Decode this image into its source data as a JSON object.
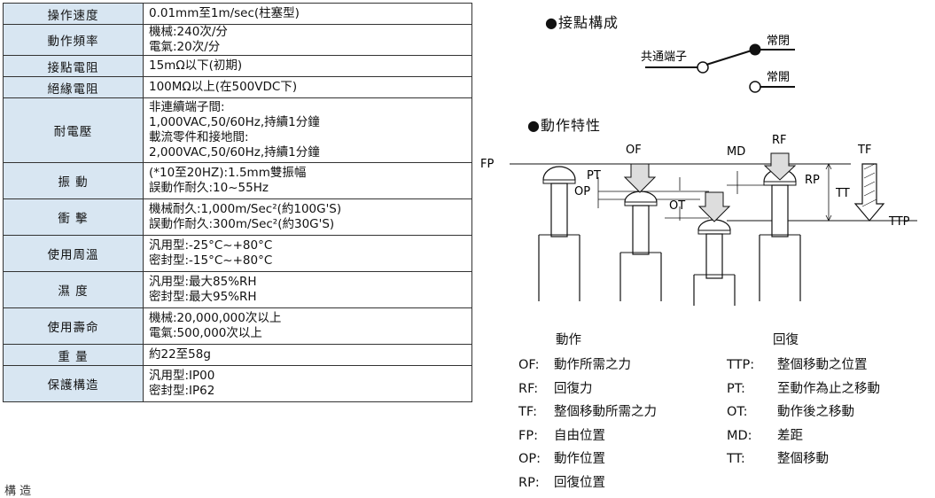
{
  "spec_rows": [
    {
      "label": "操作速度",
      "lines": [
        "0.01mm至1m/sec(柱塞型)"
      ]
    },
    {
      "label": "動作頻率",
      "lines": [
        "機械:240次/分",
        "電氣:20次/分"
      ]
    },
    {
      "label": "接點電阻",
      "lines": [
        "15mΩ以下(初期)"
      ]
    },
    {
      "label": "絕緣電阻",
      "lines": [
        "100MΩ以上(在500VDC下)"
      ]
    },
    {
      "label": "耐電壓",
      "lines": [
        "非連續端子間:",
        "1,000VAC,50/60Hz,持續1分鐘",
        "載流零件和接地間:",
        "2,000VAC,50/60Hz,持續1分鐘"
      ]
    },
    {
      "label": "振 動",
      "lines": [
        "(*10至20HZ):1.5mm雙振幅",
        "誤動作耐久:10~55Hz"
      ]
    },
    {
      "label": "衝 擊",
      "lines": [
        "機械耐久:1,000m/Sec²(約100G'S)",
        "誤動作耐久:300m/Sec²(約30G'S)"
      ]
    },
    {
      "label": "使用周溫",
      "lines": [
        "汎用型:-25°C~+80°C",
        "密封型:-15°C~+80°C"
      ]
    },
    {
      "label": "濕 度",
      "lines": [
        "汎用型:最大85%RH",
        "密封型:最大95%RH"
      ]
    },
    {
      "label": "使用壽命",
      "lines": [
        "機械:20,000,000次以上",
        "電氣:500,000次以上"
      ]
    },
    {
      "label": "重 量",
      "lines": [
        "約22至58g"
      ]
    },
    {
      "label": "保護構造",
      "lines": [
        "汎用型:IP00",
        "密封型:IP62"
      ]
    }
  ],
  "contact": {
    "heading": "●接點構成",
    "common": "共通端子",
    "nc": "常閉",
    "no": "常開"
  },
  "characteristics": {
    "heading": "●動作特性",
    "labels": {
      "fp": "FP",
      "pt": "PT",
      "op": "OP",
      "of": "OF",
      "ot": "OT",
      "md": "MD",
      "rf": "RF",
      "rp": "RP",
      "tf": "TF",
      "tt": "TT",
      "ttp": "TTP"
    }
  },
  "legend": {
    "col_left_title": "動作",
    "col_right_title": "回復",
    "left": [
      {
        "abbr": "OF:",
        "desc": "動作所需之力"
      },
      {
        "abbr": "RF:",
        "desc": "回復力"
      },
      {
        "abbr": "TF:",
        "desc": "整個移動所需之力"
      },
      {
        "abbr": "FP:",
        "desc": "自由位置"
      },
      {
        "abbr": "OP:",
        "desc": "動作位置"
      },
      {
        "abbr": "RP:",
        "desc": "回復位置"
      }
    ],
    "right": [
      {
        "abbr": "TTP:",
        "desc": "整個移動之位置"
      },
      {
        "abbr": "PT:",
        "desc": "至動作為止之移動"
      },
      {
        "abbr": "OT:",
        "desc": "動作後之移動"
      },
      {
        "abbr": "MD:",
        "desc": "差距"
      },
      {
        "abbr": "TT:",
        "desc": "整個移動"
      }
    ]
  },
  "footer_fragment": "構 造"
}
